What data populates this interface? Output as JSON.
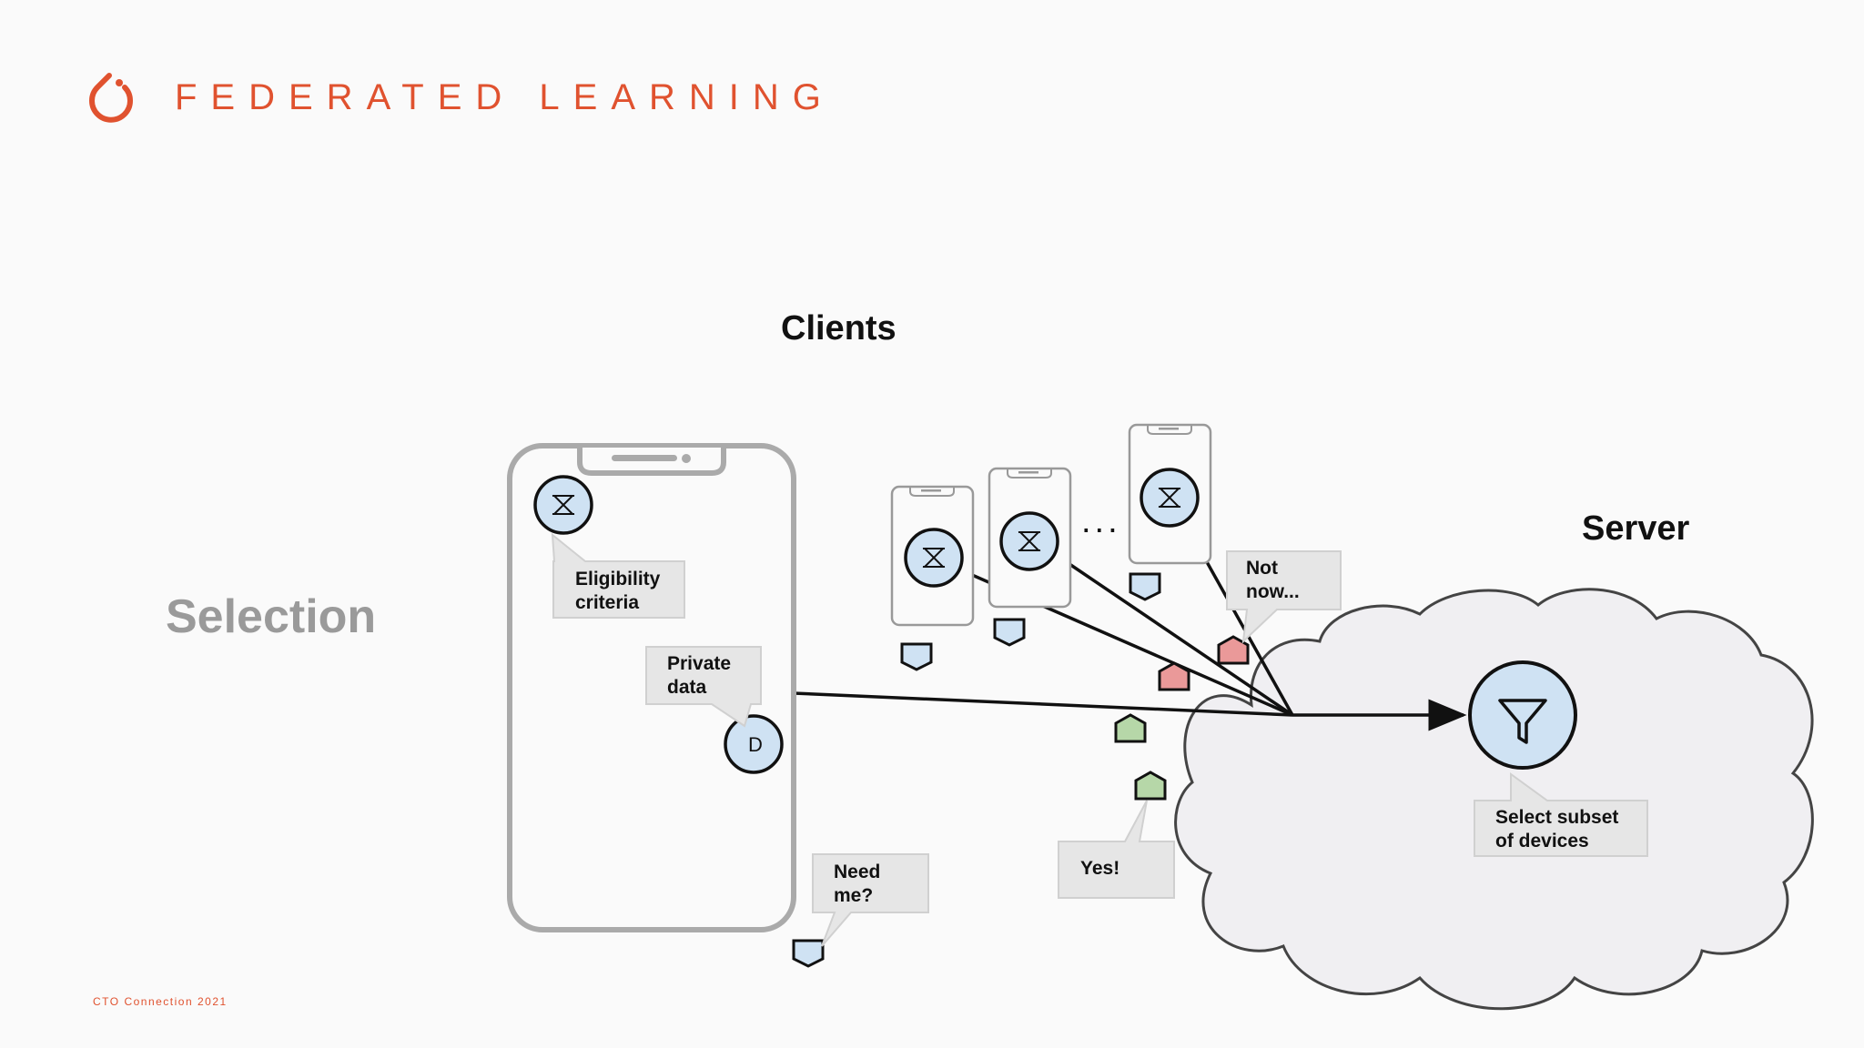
{
  "header": {
    "title": "FEDERATED LEARNING"
  },
  "footer": {
    "text": "CTO Connection 2021"
  },
  "slide": {
    "stage_label": "Selection",
    "clients_label": "Clients",
    "server_label": "Server",
    "ellipsis": "...",
    "callouts": {
      "eligibility": "Eligibility\ncriteria",
      "private_data": "Private\ndata",
      "need_me": "Need\nme?",
      "yes": "Yes!",
      "not_now": "Not\nnow...",
      "select_subset": "Select subset\nof devices"
    },
    "data_icon_letter": "D"
  },
  "colors": {
    "brand": "#e0522f",
    "icon_fill": "#cfe2f3",
    "accepted": "#b6d7a8",
    "rejected": "#ea9999",
    "cloud_fill": "#f0eff2"
  }
}
